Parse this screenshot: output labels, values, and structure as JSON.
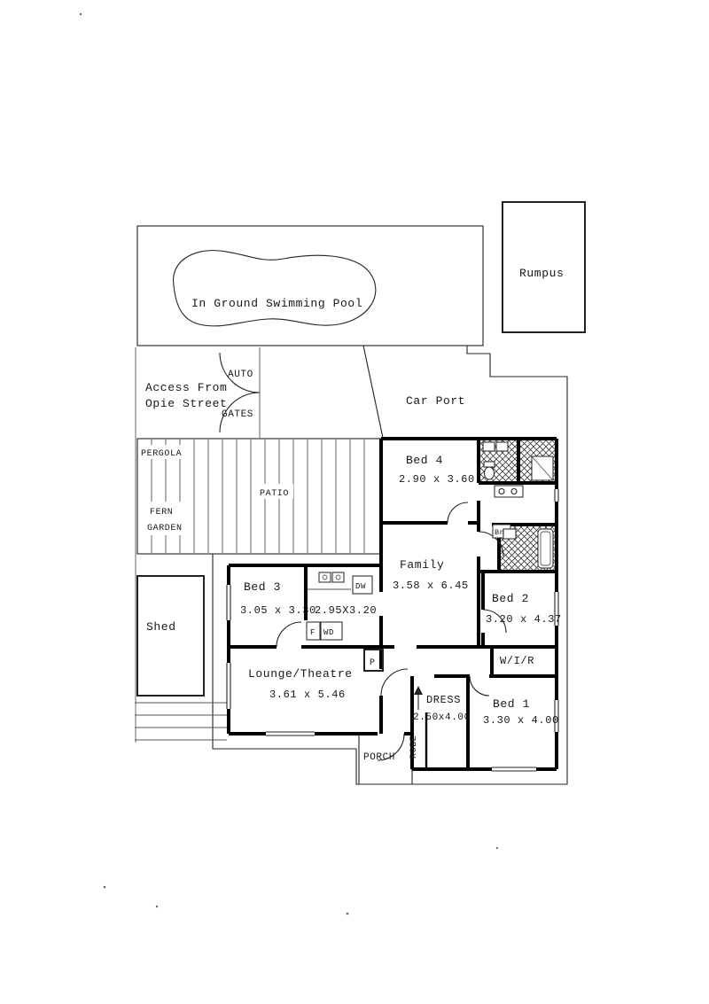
{
  "site": {
    "pool_label": "In Ground Swimming Pool",
    "rumpus_label": "Rumpus",
    "access_line1": "Access From",
    "access_line2": "Opie Street",
    "gate_auto": "AUTO",
    "gate_gates": "GATES",
    "carport_label": "Car Port",
    "pergola_label": "PERGOLA",
    "patio_label": "PATIO",
    "fern_line1": "FERN",
    "fern_line2": "GARDEN",
    "shed_label": "Shed",
    "porch_label": "PORCH"
  },
  "rooms": {
    "bed1": {
      "name": "Bed 1",
      "dims": "3.30 x 4.00"
    },
    "bed2": {
      "name": "Bed 2",
      "dims": "3.20 x 4.37"
    },
    "bed3": {
      "name": "Bed 3",
      "dims": "3.05 x 3.30"
    },
    "bed4": {
      "name": "Bed 4",
      "dims": "2.90 x 3.60"
    },
    "family": {
      "name": "Family",
      "dims": "3.58 x 6.45"
    },
    "lounge": {
      "name": "Lounge/Theatre",
      "dims": "3.61 x 5.46"
    },
    "kitchen": {
      "dims": "2.95X3.20"
    },
    "dress": {
      "name": "DRESS",
      "dims": "2.50x4.00"
    },
    "wir": {
      "name": "W/I/R"
    },
    "robe": {
      "name": "ROBE"
    }
  },
  "fixtures": {
    "dishwasher": "DW",
    "fridge": "F",
    "washer_dryer": "WD",
    "pantry": "P",
    "basin": "Bn"
  },
  "colors": {
    "ink": "#181818",
    "wall": "#000000",
    "paper": "#ffffff"
  }
}
